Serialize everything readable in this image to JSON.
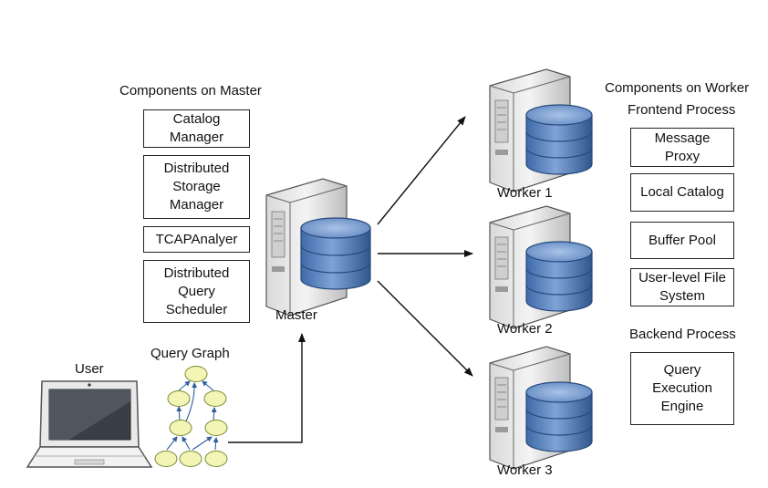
{
  "master": {
    "heading": "Components on Master",
    "components": [
      "Catalog\nManager",
      "Distributed\nStorage\nManager",
      "TCAPAnalyer",
      "Distributed\nQuery\nScheduler"
    ],
    "node_label": "Master"
  },
  "worker": {
    "heading": "Components on Worker",
    "frontend_heading": "Frontend Process",
    "frontend_components": [
      "Message\nProxy",
      "Local Catalog",
      "Buffer Pool",
      "User-level File\nSystem"
    ],
    "backend_heading": "Backend Process",
    "backend_components": [
      "Query\nExecution\nEngine"
    ],
    "node_labels": [
      "Worker 1",
      "Worker 2",
      "Worker 3"
    ]
  },
  "client": {
    "user_label": "User",
    "graph_label": "Query Graph"
  }
}
